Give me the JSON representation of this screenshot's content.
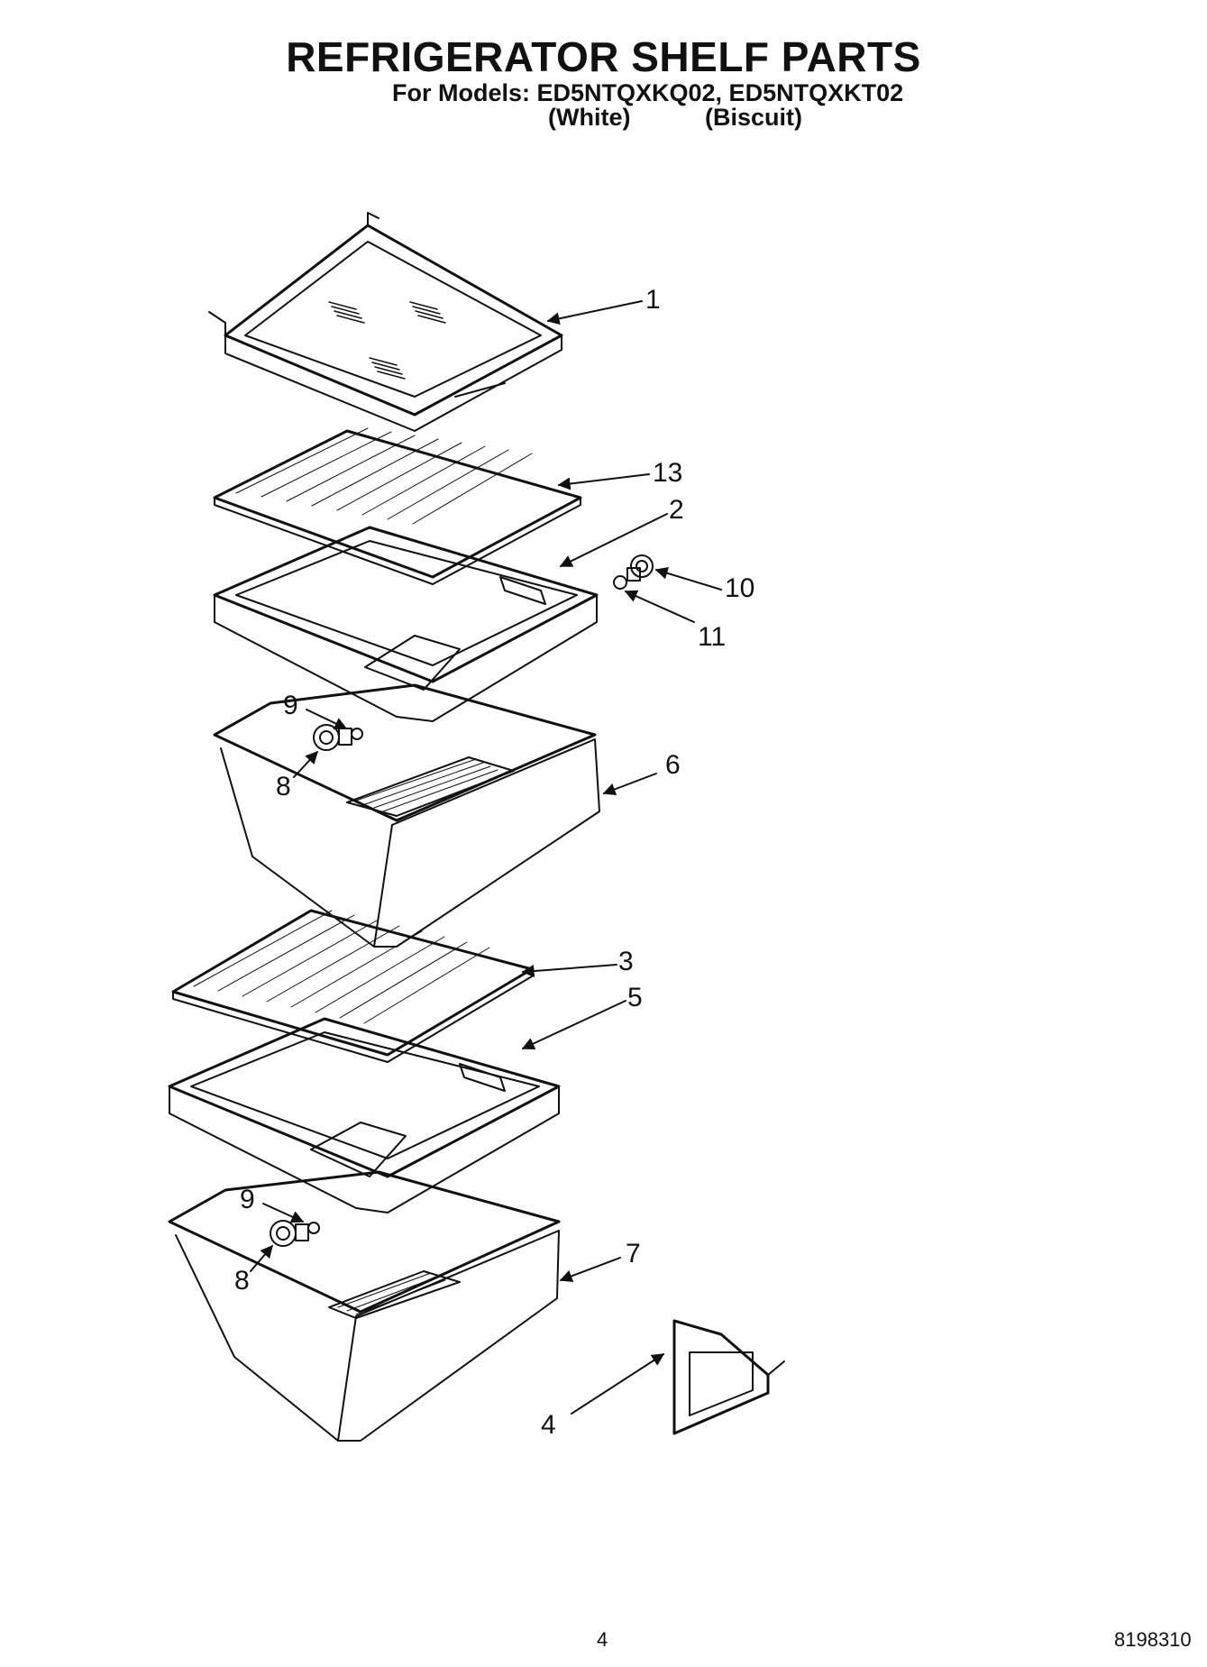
{
  "header": {
    "title": "REFRIGERATOR SHELF PARTS",
    "models_line": "For Models: ED5NTQXKQ02, ED5NTQXKT02",
    "variant_1": "(White)",
    "variant_2": "(Biscuit)"
  },
  "callouts": {
    "c1": "1",
    "c13": "13",
    "c2": "2",
    "c10": "10",
    "c11": "11",
    "c9a": "9",
    "c8a": "8",
    "c6": "6",
    "c3": "3",
    "c5": "5",
    "c9b": "9",
    "c8b": "8",
    "c7": "7",
    "c4": "4"
  },
  "footer": {
    "page_number": "4",
    "document_number": "8198310"
  }
}
